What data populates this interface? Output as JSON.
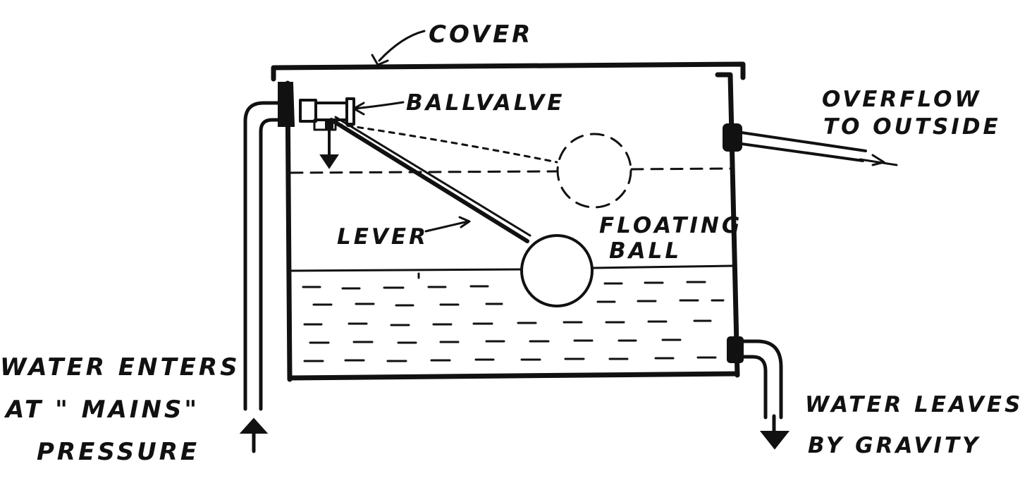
{
  "labels": {
    "cover": "COVER",
    "ballvalve": "BALLVALVE",
    "overflow_line1": "OVERFLOW",
    "overflow_line2": "TO OUTSIDE",
    "lever": "LEVER",
    "floating_line1": "FLOATING",
    "floating_line2": "BALL",
    "enters_line1": "WATER ENTERS",
    "enters_line2": "AT \" MAINS\"",
    "enters_line3": "PRESSURE",
    "leaves_line1": "WATER LEAVES",
    "leaves_line2": "BY GRAVITY"
  },
  "colors": {
    "ink": "#111111",
    "paper": "#ffffff"
  },
  "icons": [
    "arrow-up-icon",
    "arrow-down-icon",
    "overflow-arrow-icon"
  ]
}
